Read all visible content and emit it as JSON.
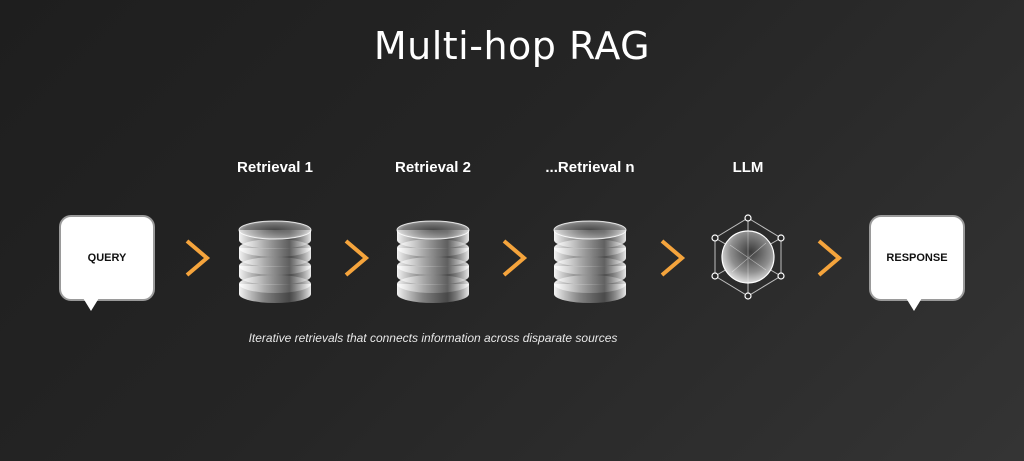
{
  "title": "Multi-hop RAG",
  "query_label": "QUERY",
  "response_label": "RESPONSE",
  "stages": [
    {
      "label": "Retrieval 1",
      "icon": "database-icon"
    },
    {
      "label": "Retrieval 2",
      "icon": "database-icon"
    },
    {
      "label": "...Retrieval n",
      "icon": "database-icon"
    },
    {
      "label": "LLM",
      "icon": "llm-sphere-icon"
    }
  ],
  "caption": "Iterative retrievals that connects information across disparate sources",
  "colors": {
    "background": "#262626",
    "arrow": "#f5a43c",
    "bubble": "#ffffff",
    "bubble_border": "#9a9a9a"
  }
}
